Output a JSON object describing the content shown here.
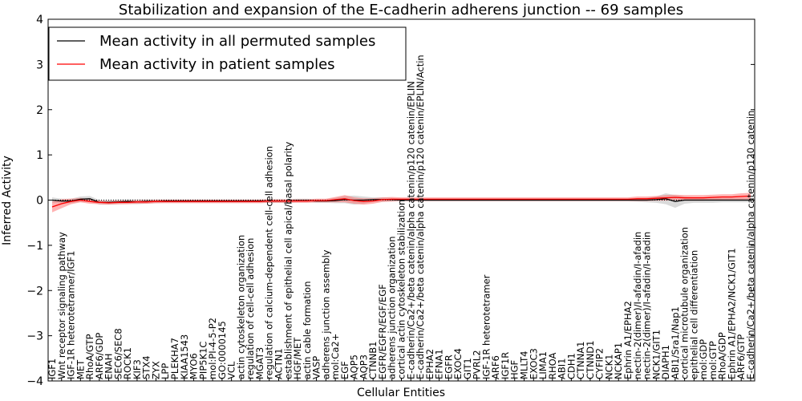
{
  "chart_data": {
    "type": "line",
    "title": "Stabilization and expansion of the E-cadherin adherens junction -- 69 samples",
    "xlabel": "Cellular Entities",
    "ylabel": "Inferred Activity",
    "ylim": [
      -4,
      4
    ],
    "yticks": [
      -4,
      -3,
      -2,
      -1,
      0,
      1,
      2,
      3,
      4
    ],
    "legend": {
      "placement": "top-left"
    },
    "grid": false,
    "colors": {
      "permuted": "#000000",
      "patient": "#ff0000",
      "permuted_band": "#bbbbbb",
      "patient_band": "#ff6666"
    },
    "categories": [
      "IGF1",
      "Wnt receptor signaling pathway",
      "IGF-1R heterotetramer/IGF1",
      "MET",
      "RhoA/GTP",
      "ARF6/GDP",
      "ENAH",
      "SEC6/SEC8",
      "ROCK1",
      "KIF3",
      "STX4",
      "ZYX",
      "LPP",
      "PLEKHA7",
      "KIAA1543",
      "MYO6",
      "PIP5K1C",
      "mol:PI-4-5-P2",
      "GO:0000145",
      "VCL",
      "actin cytoskeleton organization",
      "regulation of cell-cell adhesion",
      "MGAT3",
      "regulation of calcium-dependent cell-cell adhesion",
      "ACTN1",
      "establishment of epithelial cell apical/basal polarity",
      "HGF/MET",
      "actin cable formation",
      "VASP",
      "adherens junction assembly",
      "mol:Ca2+",
      "EGF",
      "AQP5",
      "AQP3",
      "CTNNB1",
      "EGFR/EGFR/EGF/EGF",
      "adherens junction organization",
      "cortical actin cytoskeleton stabilization",
      "E-cadherin/Ca2+/beta catenin/alpha catenin/p120 catenin/EPLIN",
      "E-cadherin/Ca2+/beta catenin/alpha catenin/p120 catenin/EPLIN/Actin",
      "EPHA2",
      "EFNA1",
      "EGFR",
      "EXOC4",
      "GIT1",
      "PVRL2",
      "IGF-1R heterotetramer",
      "ARF6",
      "IGF1R",
      "HGF",
      "MLLT4",
      "EXOC3",
      "LIMA1",
      "RHOA",
      "ABI1",
      "CDH1",
      "CTNNA1",
      "CTNND1",
      "CYFIP2",
      "NCK1",
      "NCKAP1",
      "Ephrin A1/EPHA2",
      "nectin-2(dimer)/I-afadin/I-afadin",
      "nectin-2(dimer)/I-afadin/I-afadin",
      "NCK1/GIT1",
      "DIAPH1",
      "ABI1/Sra1/Nap1",
      "cortical microtubule organization",
      "epithelial cell differentiation",
      "mol:GDP",
      "mol:GTP",
      "RhoA/GDP",
      "Ephrin A1/EPHA2/NCK1/GIT1",
      "ARF6/GTP",
      "E-cadherin/Ca2+/beta catenin/alpha catenin/p120 catenin"
    ],
    "series": [
      {
        "name": "Mean activity in all permuted samples",
        "values": [
          0,
          -0.02,
          -0.02,
          0.02,
          0.03,
          -0.05,
          -0.05,
          -0.04,
          -0.03,
          -0.04,
          -0.03,
          -0.03,
          -0.02,
          -0.02,
          -0.02,
          -0.02,
          -0.02,
          -0.02,
          -0.02,
          -0.02,
          -0.02,
          -0.02,
          -0.02,
          -0.02,
          -0.02,
          -0.02,
          -0.01,
          -0.01,
          -0.02,
          -0.02,
          -0.01,
          0.01,
          0,
          0,
          0.01,
          0.01,
          0.01,
          0,
          0,
          0,
          0,
          0,
          0,
          0,
          0,
          0,
          0,
          0,
          0,
          0,
          0,
          0,
          0,
          0,
          0,
          0,
          0,
          0,
          0,
          0,
          0,
          0,
          0,
          0,
          0.01,
          0.03,
          -0.03,
          0,
          0,
          0,
          0,
          0,
          0,
          0,
          0
        ],
        "band": [
          0.06,
          0.05,
          0.05,
          0.06,
          0.06,
          0.05,
          0.05,
          0.05,
          0.05,
          0.05,
          0.05,
          0.04,
          0.04,
          0.04,
          0.04,
          0.04,
          0.04,
          0.04,
          0.04,
          0.04,
          0.04,
          0.04,
          0.04,
          0.04,
          0.04,
          0.04,
          0.04,
          0.04,
          0.04,
          0.04,
          0.06,
          0.08,
          0.1,
          0.08,
          0.05,
          0.05,
          0.04,
          0.03,
          0.03,
          0.03,
          0.03,
          0.03,
          0.03,
          0.03,
          0.03,
          0.03,
          0.03,
          0.03,
          0.03,
          0.03,
          0.03,
          0.03,
          0.03,
          0.03,
          0.03,
          0.03,
          0.03,
          0.03,
          0.03,
          0.03,
          0.03,
          0.03,
          0.04,
          0.05,
          0.07,
          0.12,
          0.14,
          0.08,
          0.06,
          0.06,
          0.06,
          0.05,
          0.05,
          0.05,
          0.05
        ]
      },
      {
        "name": "Mean activity in patient samples",
        "values": [
          -0.15,
          -0.08,
          -0.03,
          0,
          -0.03,
          -0.05,
          -0.06,
          -0.05,
          -0.05,
          -0.04,
          -0.04,
          -0.03,
          -0.03,
          -0.03,
          -0.03,
          -0.03,
          -0.03,
          -0.03,
          -0.03,
          -0.03,
          -0.03,
          -0.03,
          -0.03,
          -0.02,
          -0.02,
          -0.02,
          -0.02,
          -0.02,
          -0.01,
          -0.01,
          0.01,
          0.03,
          -0.01,
          -0.03,
          -0.02,
          0.01,
          0.02,
          0.02,
          0.02,
          0.02,
          0.02,
          0.02,
          0.02,
          0.02,
          0.02,
          0.02,
          0.02,
          0.02,
          0.02,
          0.02,
          0.02,
          0.02,
          0.02,
          0.02,
          0.02,
          0.02,
          0.02,
          0.02,
          0.02,
          0.02,
          0.02,
          0.02,
          0.03,
          0.03,
          0.04,
          0.05,
          0.06,
          0.05,
          0.05,
          0.05,
          0.06,
          0.07,
          0.07,
          0.08,
          0.09
        ],
        "band": [
          0.12,
          0.1,
          0.06,
          0.05,
          0.05,
          0.04,
          0.04,
          0.04,
          0.04,
          0.04,
          0.04,
          0.04,
          0.04,
          0.04,
          0.04,
          0.04,
          0.04,
          0.04,
          0.04,
          0.04,
          0.04,
          0.04,
          0.04,
          0.04,
          0.04,
          0.04,
          0.04,
          0.04,
          0.04,
          0.04,
          0.06,
          0.08,
          0.07,
          0.07,
          0.06,
          0.05,
          0.05,
          0.04,
          0.04,
          0.04,
          0.04,
          0.04,
          0.04,
          0.04,
          0.04,
          0.04,
          0.04,
          0.04,
          0.04,
          0.04,
          0.04,
          0.04,
          0.04,
          0.04,
          0.04,
          0.04,
          0.04,
          0.04,
          0.04,
          0.04,
          0.04,
          0.04,
          0.05,
          0.05,
          0.05,
          0.06,
          0.06,
          0.06,
          0.06,
          0.06,
          0.06,
          0.06,
          0.06,
          0.07,
          0.07
        ]
      }
    ]
  }
}
